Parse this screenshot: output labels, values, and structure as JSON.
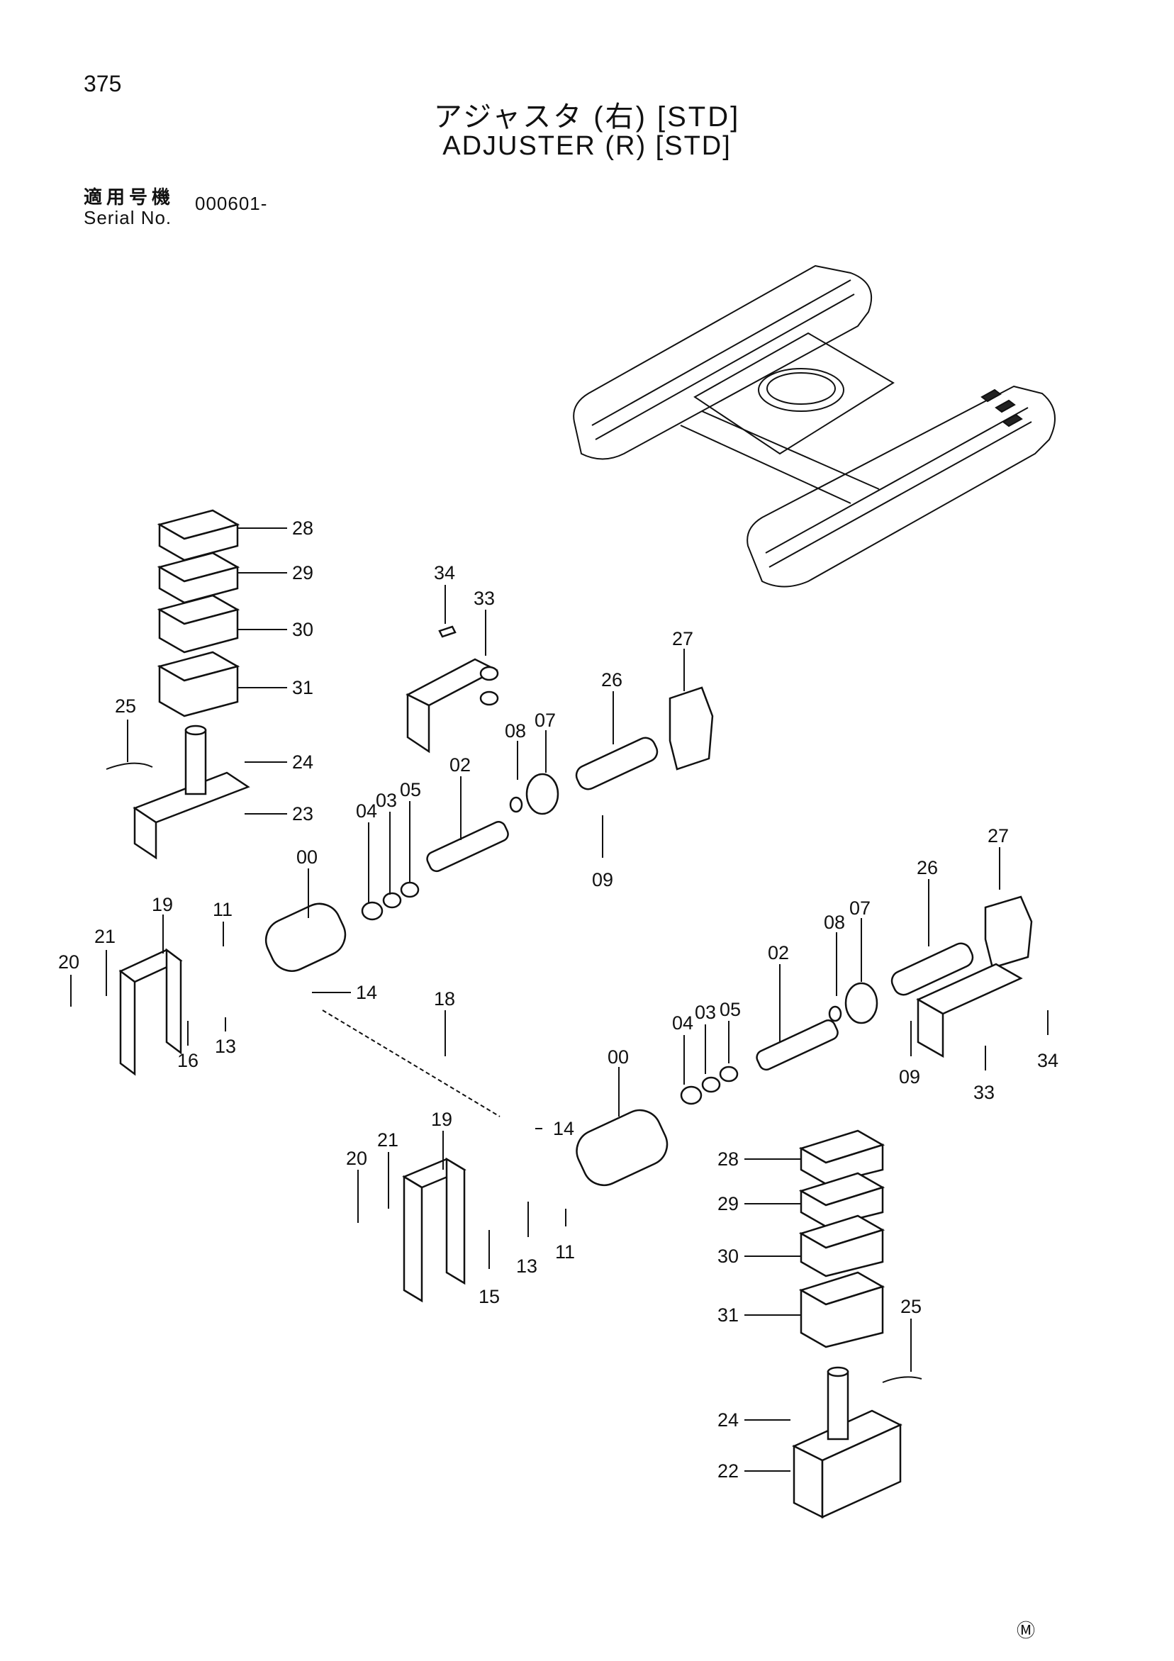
{
  "header": {
    "page_number": "375",
    "title_jp": "アジャスタ (右) [STD]",
    "title_en": "ADJUSTER (R) [STD]",
    "serial_label_jp": "適用号機",
    "serial_label_en": "Serial No.",
    "serial_value": "000601-"
  },
  "footer": {
    "mark": "Ⓜ"
  },
  "callouts": [
    "28",
    "29",
    "30",
    "31",
    "25",
    "24",
    "23",
    "34",
    "33",
    "27",
    "26",
    "07",
    "08",
    "02",
    "05",
    "03",
    "04",
    "00",
    "09",
    "19",
    "11",
    "21",
    "20",
    "14",
    "16",
    "13",
    "18",
    "27",
    "26",
    "07",
    "08",
    "02",
    "05",
    "03",
    "04",
    "00",
    "09",
    "34",
    "33",
    "14",
    "19",
    "21",
    "20",
    "15",
    "13",
    "11",
    "28",
    "29",
    "30",
    "31",
    "25",
    "24",
    "22"
  ]
}
